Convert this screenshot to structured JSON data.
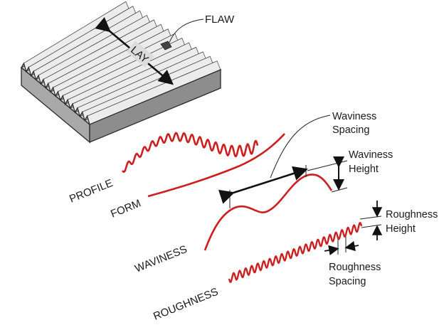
{
  "labels": {
    "flaw": "FLAW",
    "lay": "LAY",
    "profile": "PROFILE",
    "form": "FORM",
    "waviness": "WAVINESS",
    "roughness": "ROUGHNESS",
    "waviness_spacing_line1": "Waviness",
    "waviness_spacing_line2": "Spacing",
    "waviness_height_line1": "Waviness",
    "waviness_height_line2": "Height",
    "roughness_height_line1": "Roughness",
    "roughness_height_line2": "Height",
    "roughness_spacing_line1": "Roughness",
    "roughness_spacing_line2": "Spacing"
  },
  "colors": {
    "curve": "#cc1f1f",
    "line": "#111111",
    "block_face": "#d4d4d4",
    "block_shadow": "#8f8f8f"
  }
}
